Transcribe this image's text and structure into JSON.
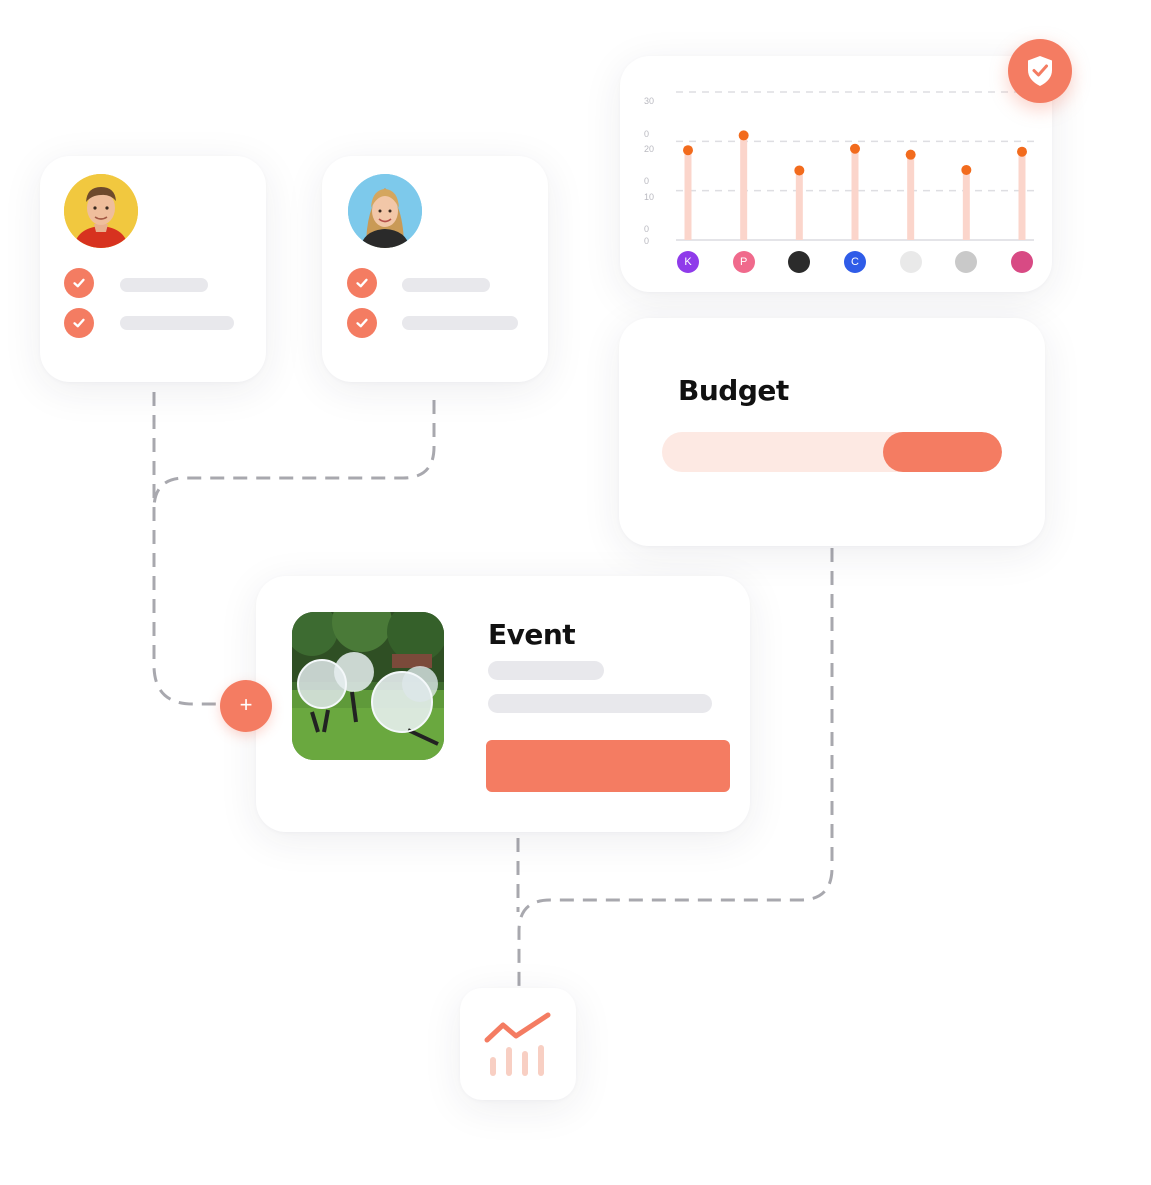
{
  "colors": {
    "accent": "#f47c62",
    "accent_light": "#fde9e3",
    "placeholder": "#e8e8ec",
    "connector": "#a8a8ae"
  },
  "tasks": [
    {
      "person": "man with short hair",
      "checked": [
        true,
        true
      ]
    },
    {
      "person": "woman with long blonde hair",
      "checked": [
        true,
        true
      ]
    }
  ],
  "chart_data": {
    "type": "bar",
    "tick_labels": [
      "30",
      "0",
      "20",
      "0",
      "10",
      "0",
      "0"
    ],
    "yticks": [
      0,
      10,
      20,
      30
    ],
    "ylim": [
      0,
      30
    ],
    "grid": true,
    "categories": [
      "K",
      "P",
      "person-3",
      "C",
      "person-5",
      "person-6",
      "person-7"
    ],
    "values": [
      18.2,
      21.2,
      14.1,
      18.5,
      17.3,
      14.2,
      17.9
    ],
    "series_color": "#fbd5cb",
    "point_color": "#f26b1d",
    "participants": [
      {
        "initial": "K",
        "color": "#8f3bea"
      },
      {
        "initial": "P",
        "color": "#f06a8c"
      },
      {
        "initial": "",
        "color": "#2b2b2b"
      },
      {
        "initial": "C",
        "color": "#2f5ce8"
      },
      {
        "initial": "",
        "color": "#e9e9e9"
      },
      {
        "initial": "",
        "color": "#c9c9c9"
      },
      {
        "initial": "",
        "color": "#d84a84"
      }
    ]
  },
  "badge": {
    "icon": "shield-check-icon"
  },
  "budget": {
    "title": "Budget",
    "progress_start": 0.65,
    "progress_end": 1.0
  },
  "event": {
    "title": "Event",
    "image": "people playing bubble soccer on grass",
    "add_icon": "plus-icon",
    "add_symbol": "+"
  },
  "analytics": {
    "icon": "trend-chart-icon"
  }
}
